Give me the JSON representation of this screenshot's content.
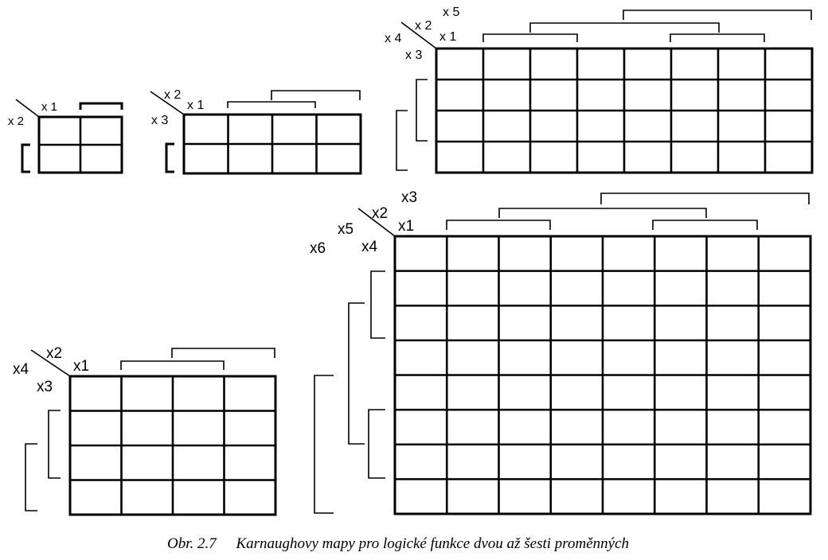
{
  "colors": {
    "line": "#000000",
    "background": "#ffffff"
  },
  "maps": [
    {
      "name": "map-2-vars",
      "col_var_top": "",
      "col_var_mid": "",
      "col_var": "x 1",
      "row_var_lower": "",
      "row_var": "x 2",
      "rows": 2,
      "cols": 2
    },
    {
      "name": "map-3-vars",
      "col_var_top": "",
      "col_var_mid": "",
      "col_var": "x 1",
      "row_var_lower": "",
      "row_var": "x 3",
      "col_var_upper": "x 2",
      "rows": 2,
      "cols": 4
    },
    {
      "name": "map-5-vars",
      "col_var_top": "x 5",
      "col_var_mid": "x 2",
      "col_var": "x 1",
      "row_var": "x 4",
      "row_var_lower": "x 3",
      "rows": 4,
      "cols": 8
    },
    {
      "name": "map-4-vars",
      "col_var_top": "",
      "col_var_mid": "x2",
      "col_var": "x1",
      "row_var": "x4",
      "row_var_lower": "x3",
      "rows": 4,
      "cols": 4
    },
    {
      "name": "map-6-vars",
      "col_var_top": "x3",
      "col_var_mid": "x2",
      "col_var": "x1",
      "row_var_upper": "x5",
      "row_var": "x6",
      "row_var_lower": "x4",
      "rows": 8,
      "cols": 8
    }
  ],
  "caption": {
    "number": "Obr. 2.7",
    "text": "Karnaughovy mapy pro logické funkce dvou až šesti proměnných"
  }
}
